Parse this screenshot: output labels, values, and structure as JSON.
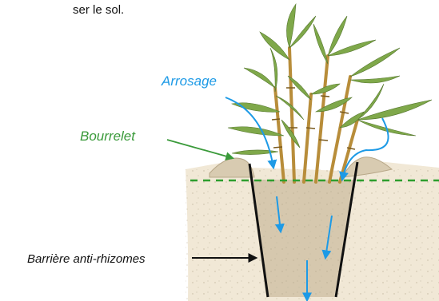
{
  "caption_fragment": "ser le sol.",
  "labels": {
    "arrosage": "Arrosage",
    "bourrelet": "Bourrelet",
    "barriere": "Barrière anti-rhizomes"
  },
  "colors": {
    "arrosage": "#1d9ae6",
    "bourrelet": "#3a9a3a",
    "barriere": "#111111",
    "soil_line": "#2e9e2e",
    "bamboo_leaf": "#7fa84a",
    "bamboo_stem": "#b88d3a"
  },
  "icons": {
    "plant": "bamboo-plant-icon"
  }
}
